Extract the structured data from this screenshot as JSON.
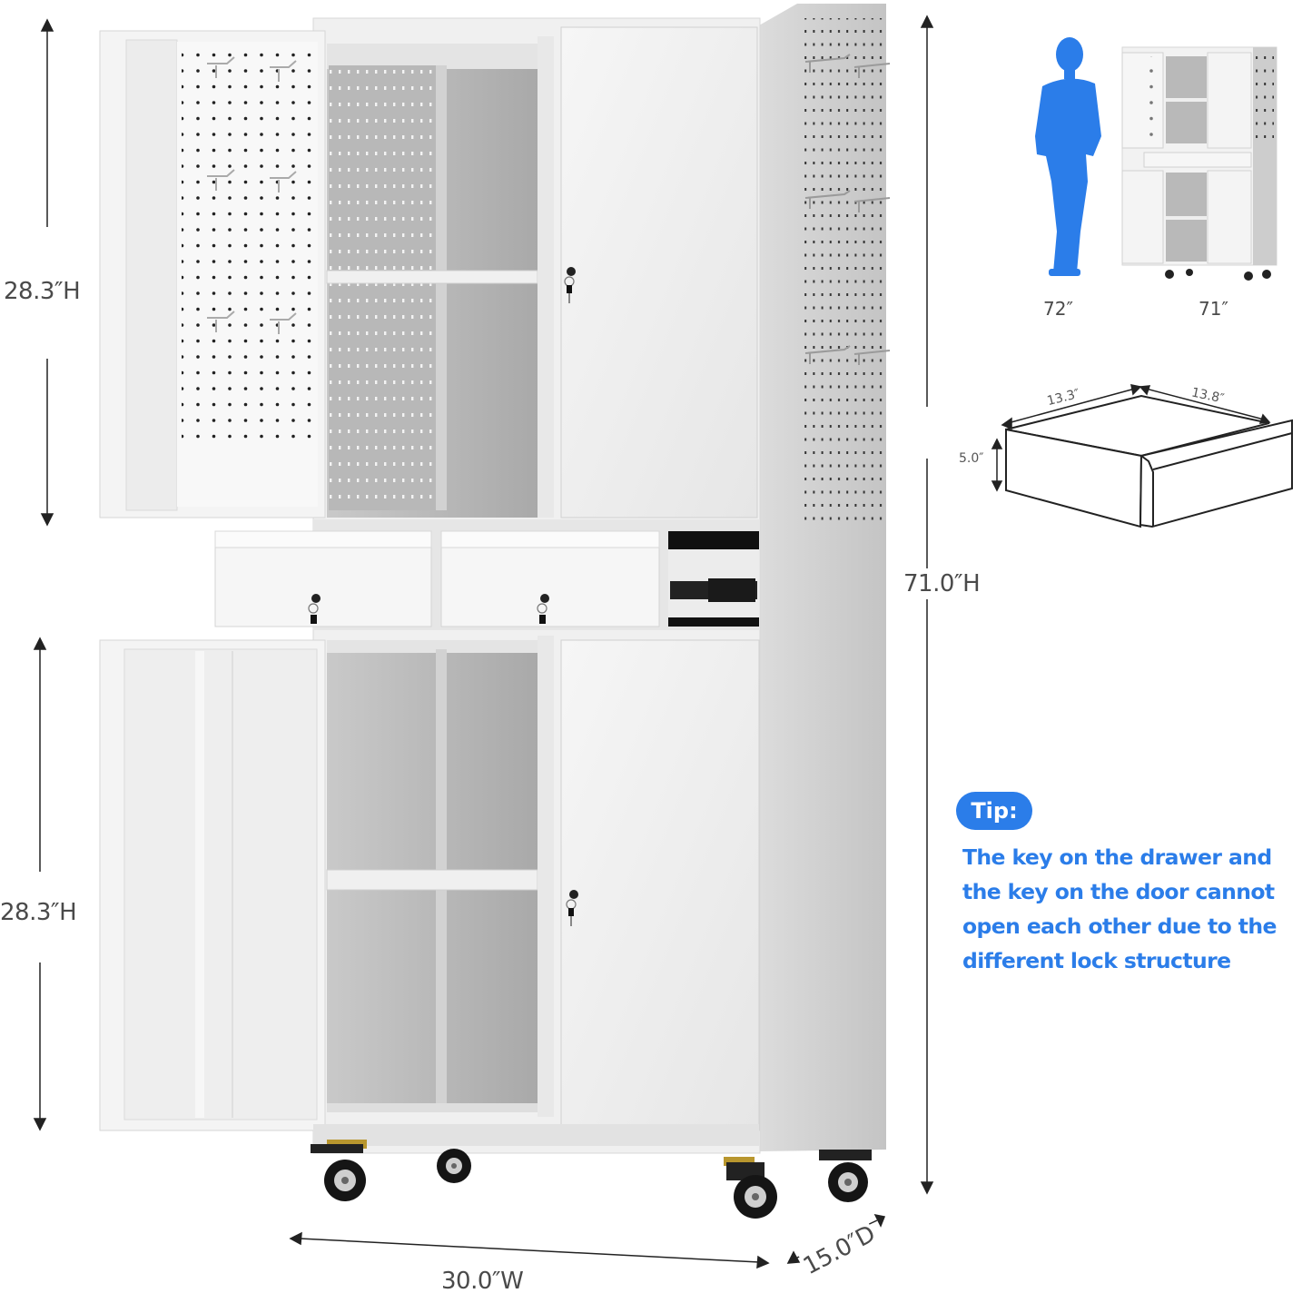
{
  "product": {
    "name": "Metal storage cabinet with pegboard doors, drawers and casters",
    "colors": {
      "accent_blue": "#2b7de9",
      "cabinet_white": "#f2f2f2",
      "interior_gray": "#b5b5b5",
      "label_gray": "#4a4a4a"
    }
  },
  "dimensions": {
    "upper_height": "28.3″H",
    "lower_height": "28.3″H",
    "total_height": "71.0″H",
    "width": "30.0″W",
    "depth": "15.0″D"
  },
  "comparison": {
    "person_height": "72″",
    "cabinet_height": "71″"
  },
  "drawer": {
    "width": "13.3″",
    "depth": "13.8″",
    "height": "5.0″"
  },
  "tip": {
    "badge": "Tip:",
    "lines": [
      "The key on the drawer and",
      "the key on the door cannot",
      "open each other due to the",
      "different lock structure"
    ]
  }
}
